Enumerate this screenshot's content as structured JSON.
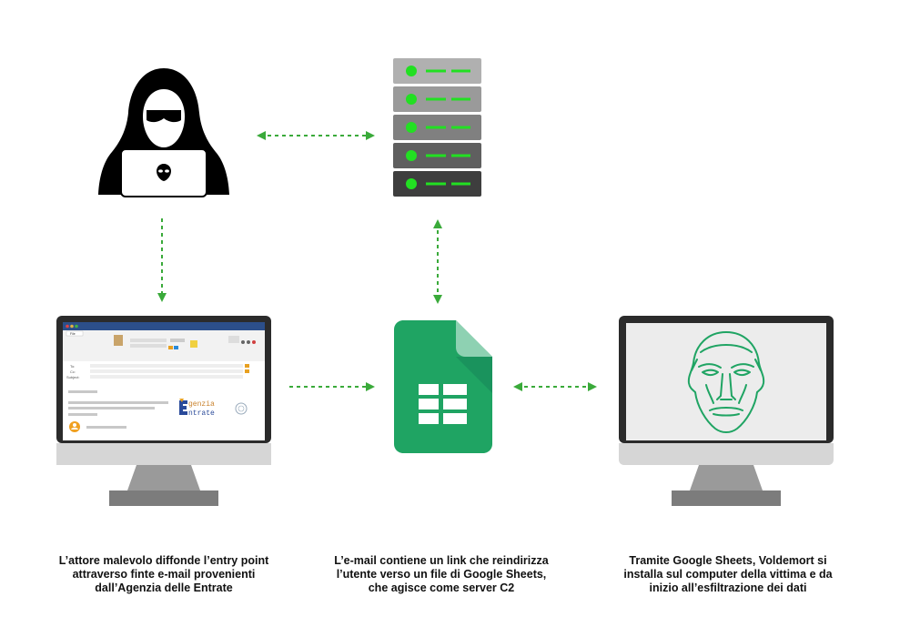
{
  "captions": {
    "left": [
      "L’attore malevolo diffonde l’entry point",
      "attraverso finte e-mail provenienti",
      "dall’Agenzia delle Entrate"
    ],
    "center": [
      "L’e-mail contiene un link che reindirizza",
      "l’utente verso un file di Google Sheets,",
      "che agisce come server C2"
    ],
    "right": [
      "Tramite Google Sheets, Voldemort si",
      "installa sul computer della vittima e da",
      "inizio all’esfiltrazione dei dati"
    ]
  },
  "email": {
    "to_label": "To:",
    "cc_label": "Cc:",
    "subject_label": "Subject:",
    "tab_label": "File",
    "logo_line1": "genzia",
    "logo_line2": "ntrate"
  },
  "colors": {
    "arrow": "#3aaa3a",
    "server_led": "#22e022",
    "sheets_green": "#1fa463",
    "monitor_frame": "#2b2b2b",
    "monitor_stand": "#8a8a8a",
    "face_stroke": "#1fa463"
  }
}
